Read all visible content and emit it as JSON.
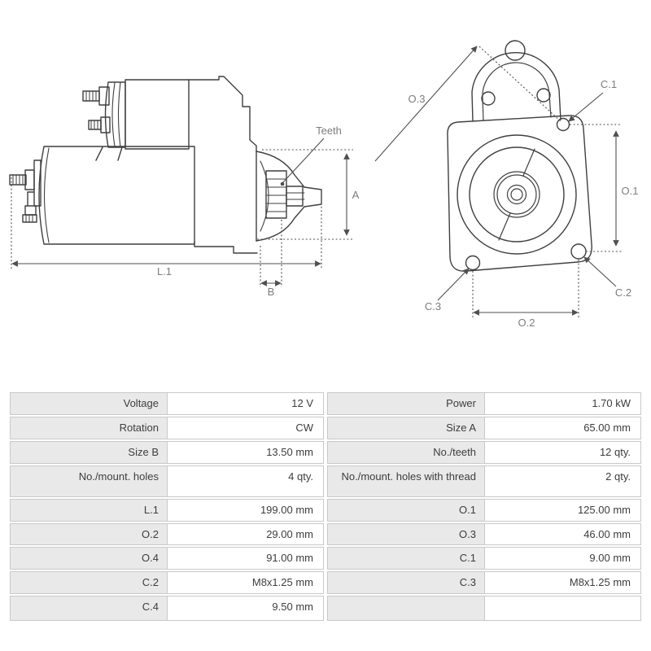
{
  "diagram": {
    "side_view": {
      "teeth_label": "Teeth",
      "dim_a": "A",
      "dim_l1": "L.1",
      "dim_b": "B"
    },
    "front_view": {
      "dim_o1": "O.1",
      "dim_o2": "O.2",
      "dim_o3": "O.3",
      "dim_c1": "C.1",
      "dim_c2": "C.2",
      "dim_c3": "C.3"
    }
  },
  "spec_table": {
    "rows": [
      {
        "l_label": "Voltage",
        "l_value": "12 V",
        "r_label": "Power",
        "r_value": "1.70 kW"
      },
      {
        "l_label": "Rotation",
        "l_value": "CW",
        "r_label": "Size A",
        "r_value": "65.00 mm"
      },
      {
        "l_label": "Size B",
        "l_value": "13.50 mm",
        "r_label": "No./teeth",
        "r_value": "12 qty."
      },
      {
        "l_label": "No./mount. holes",
        "l_value": "4 qty.",
        "r_label": "No./mount. holes with thread",
        "r_value": "2 qty."
      },
      {
        "l_label": "L.1",
        "l_value": "199.00 mm",
        "r_label": "O.1",
        "r_value": "125.00 mm"
      },
      {
        "l_label": "O.2",
        "l_value": "29.00 mm",
        "r_label": "O.3",
        "r_value": "46.00 mm"
      },
      {
        "l_label": "O.4",
        "l_value": "91.00 mm",
        "r_label": "C.1",
        "r_value": "9.00 mm"
      },
      {
        "l_label": "C.2",
        "l_value": "M8x1.25 mm",
        "r_label": "C.3",
        "r_value": "M8x1.25 mm"
      },
      {
        "l_label": "C.4",
        "l_value": "9.50 mm",
        "r_label": "",
        "r_value": ""
      }
    ]
  },
  "colors": {
    "label_cell_bg": "#e9e9e9",
    "value_cell_bg": "#ffffff",
    "cell_border": "#c9c9c9",
    "table_text": "#3d3d3d",
    "drawing_line": "#3f3f3f",
    "dimension_line": "#4f4f4f",
    "dimension_text": "#7d7d7d"
  }
}
